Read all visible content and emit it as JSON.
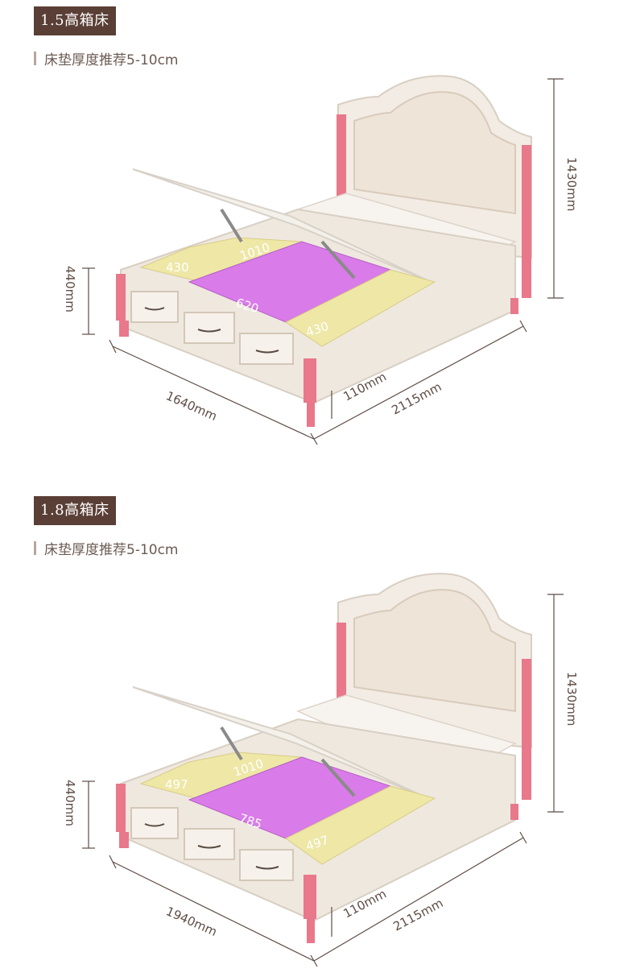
{
  "sections": [
    {
      "title": "1.5高箱床",
      "mattress_note": "床垫厚度推荐5-10cm",
      "dims": {
        "height_total": "1430mm",
        "height_side": "440mm",
        "width": "1640mm",
        "length": "2115mm",
        "leg_gap": "110mm"
      },
      "storage": {
        "left": "430",
        "top": "1010",
        "center": "620",
        "right": "430"
      }
    },
    {
      "title": "1.8高箱床",
      "mattress_note": "床垫厚度推荐5-10cm",
      "dims": {
        "height_total": "1430mm",
        "height_side": "440mm",
        "width": "1940mm",
        "length": "2115mm",
        "leg_gap": "110mm"
      },
      "storage": {
        "left": "497",
        "top": "1010",
        "center": "785",
        "right": "497"
      }
    }
  ],
  "colors": {
    "title_bg": "#5a3f36",
    "bed_white": "#f2ece4",
    "accent_pink": "#e8788a",
    "storage_yellow": "#eee7a6",
    "storage_magenta": "#d97be8"
  }
}
